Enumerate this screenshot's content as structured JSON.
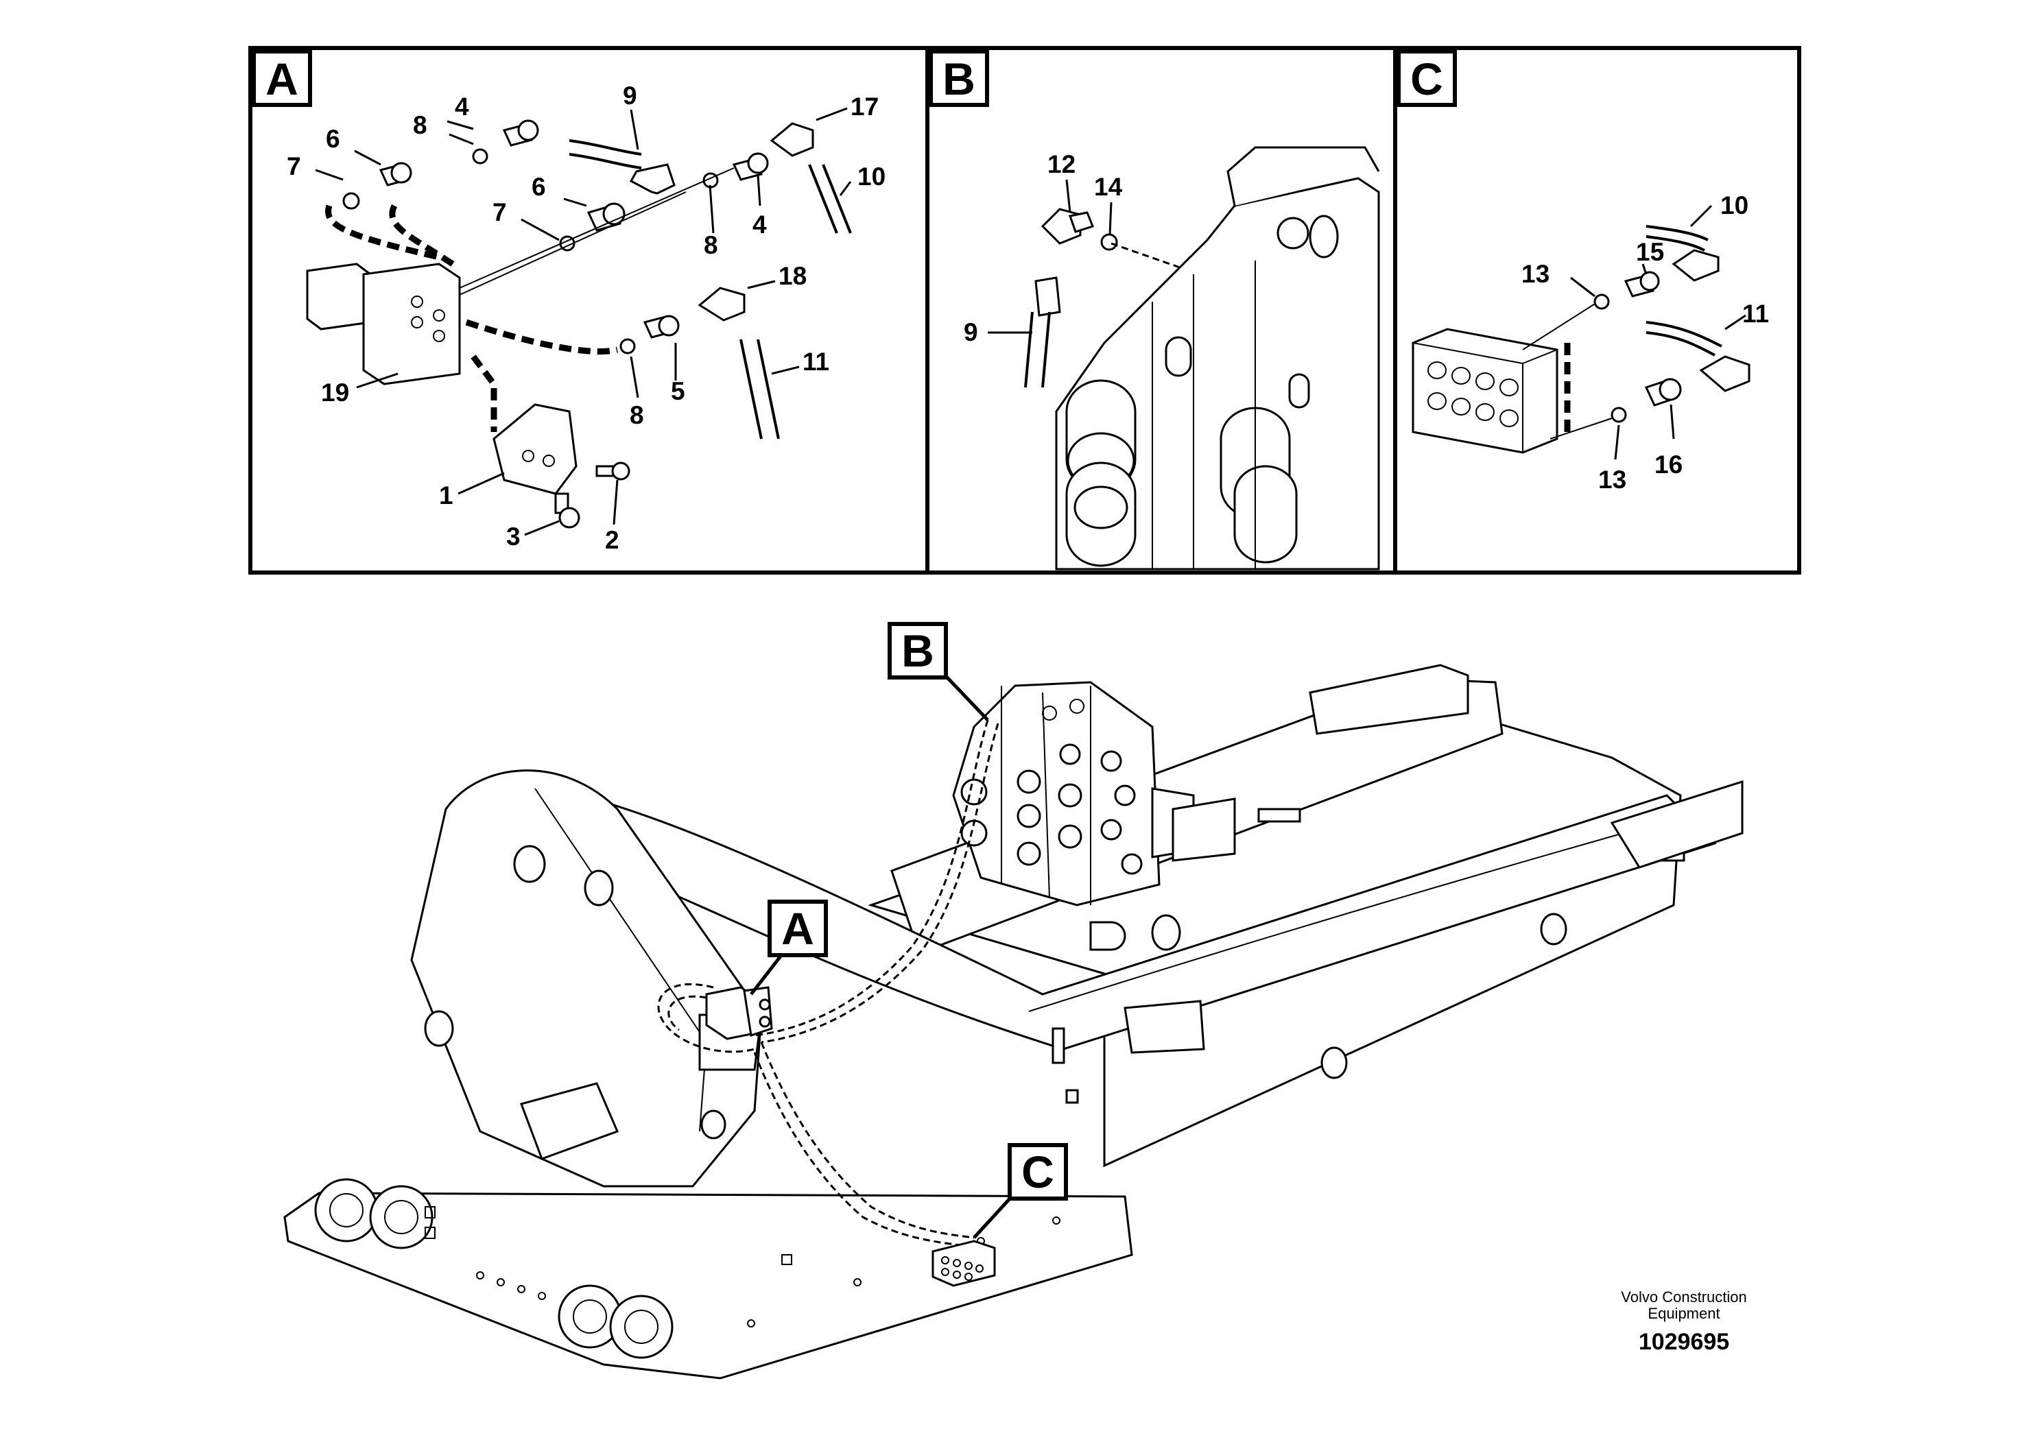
{
  "panels": [
    {
      "id": "A",
      "label": "A"
    },
    {
      "id": "B",
      "label": "B"
    },
    {
      "id": "C",
      "label": "C"
    }
  ],
  "overview_tags": {
    "A": "A",
    "B": "B",
    "C": "C"
  },
  "callouts": {
    "a": [
      "4",
      "8",
      "6",
      "7",
      "9",
      "17",
      "6",
      "7",
      "4",
      "8",
      "10",
      "18",
      "5",
      "8",
      "11",
      "19",
      "1",
      "3",
      "2"
    ],
    "b": [
      "12",
      "14",
      "9"
    ],
    "c": [
      "10",
      "15",
      "13",
      "11",
      "13",
      "16"
    ]
  },
  "brand": {
    "line1": "Volvo Construction",
    "line2": "Equipment",
    "doc_number": "1029695"
  }
}
